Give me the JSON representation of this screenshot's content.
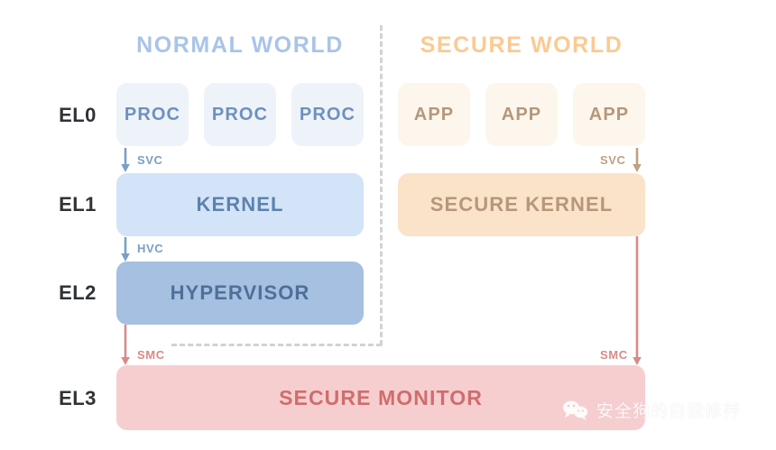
{
  "diagram": {
    "title_normal": "NORMAL WORLD",
    "title_secure": "SECURE WORLD",
    "colors": {
      "normal_title": "#a9c4e8",
      "secure_title": "#fbca92",
      "proc_bg": "#eef3fa",
      "proc_text": "#6c91bf",
      "app_bg": "#fdf6ec",
      "app_text": "#b5977a",
      "kernel_bg": "#d3e4f9",
      "kernel_text": "#5c82ad",
      "secure_kernel_bg": "#fbe3c9",
      "secure_kernel_text": "#b5977a",
      "hypervisor_bg": "#a5c0e0",
      "hypervisor_text": "#4e6f99",
      "monitor_bg": "#f7ced0",
      "monitor_text": "#cf6d6d",
      "divider": "#cfd3d6",
      "arrow_blue": "#7b9fc7",
      "arrow_tan": "#bfa182",
      "arrow_red": "#d98a8a",
      "el_label": "#2f3336"
    }
  },
  "levels": [
    {
      "label": "EL0"
    },
    {
      "label": "EL1"
    },
    {
      "label": "EL2"
    },
    {
      "label": "EL3"
    }
  ],
  "normal_world": {
    "procs": [
      {
        "label": "PROC"
      },
      {
        "label": "PROC"
      },
      {
        "label": "PROC"
      }
    ],
    "kernel": {
      "label": "KERNEL"
    },
    "hypervisor": {
      "label": "HYPERVISOR"
    }
  },
  "secure_world": {
    "apps": [
      {
        "label": "APP"
      },
      {
        "label": "APP"
      },
      {
        "label": "APP"
      }
    ],
    "secure_kernel": {
      "label": "SECURE KERNEL"
    }
  },
  "shared": {
    "secure_monitor": {
      "label": "SECURE MONITOR"
    }
  },
  "transitions": [
    {
      "id": "svc-normal",
      "label": "SVC",
      "from": "PROC",
      "to": "KERNEL",
      "direction": "down"
    },
    {
      "id": "hvc",
      "label": "HVC",
      "from": "KERNEL",
      "to": "HYPERVISOR",
      "direction": "down"
    },
    {
      "id": "smc-left",
      "label": "SMC",
      "from": "HYPERVISOR",
      "to": "SECURE MONITOR",
      "direction": "down"
    },
    {
      "id": "svc-secure",
      "label": "SVC",
      "from": "APP",
      "to": "SECURE KERNEL",
      "direction": "down"
    },
    {
      "id": "smc-right",
      "label": "SMC",
      "from": "SECURE KERNEL",
      "to": "SECURE MONITOR",
      "direction": "down"
    }
  ],
  "watermark": {
    "text": "安全狗的自我修养",
    "icon": "wechat-icon"
  }
}
